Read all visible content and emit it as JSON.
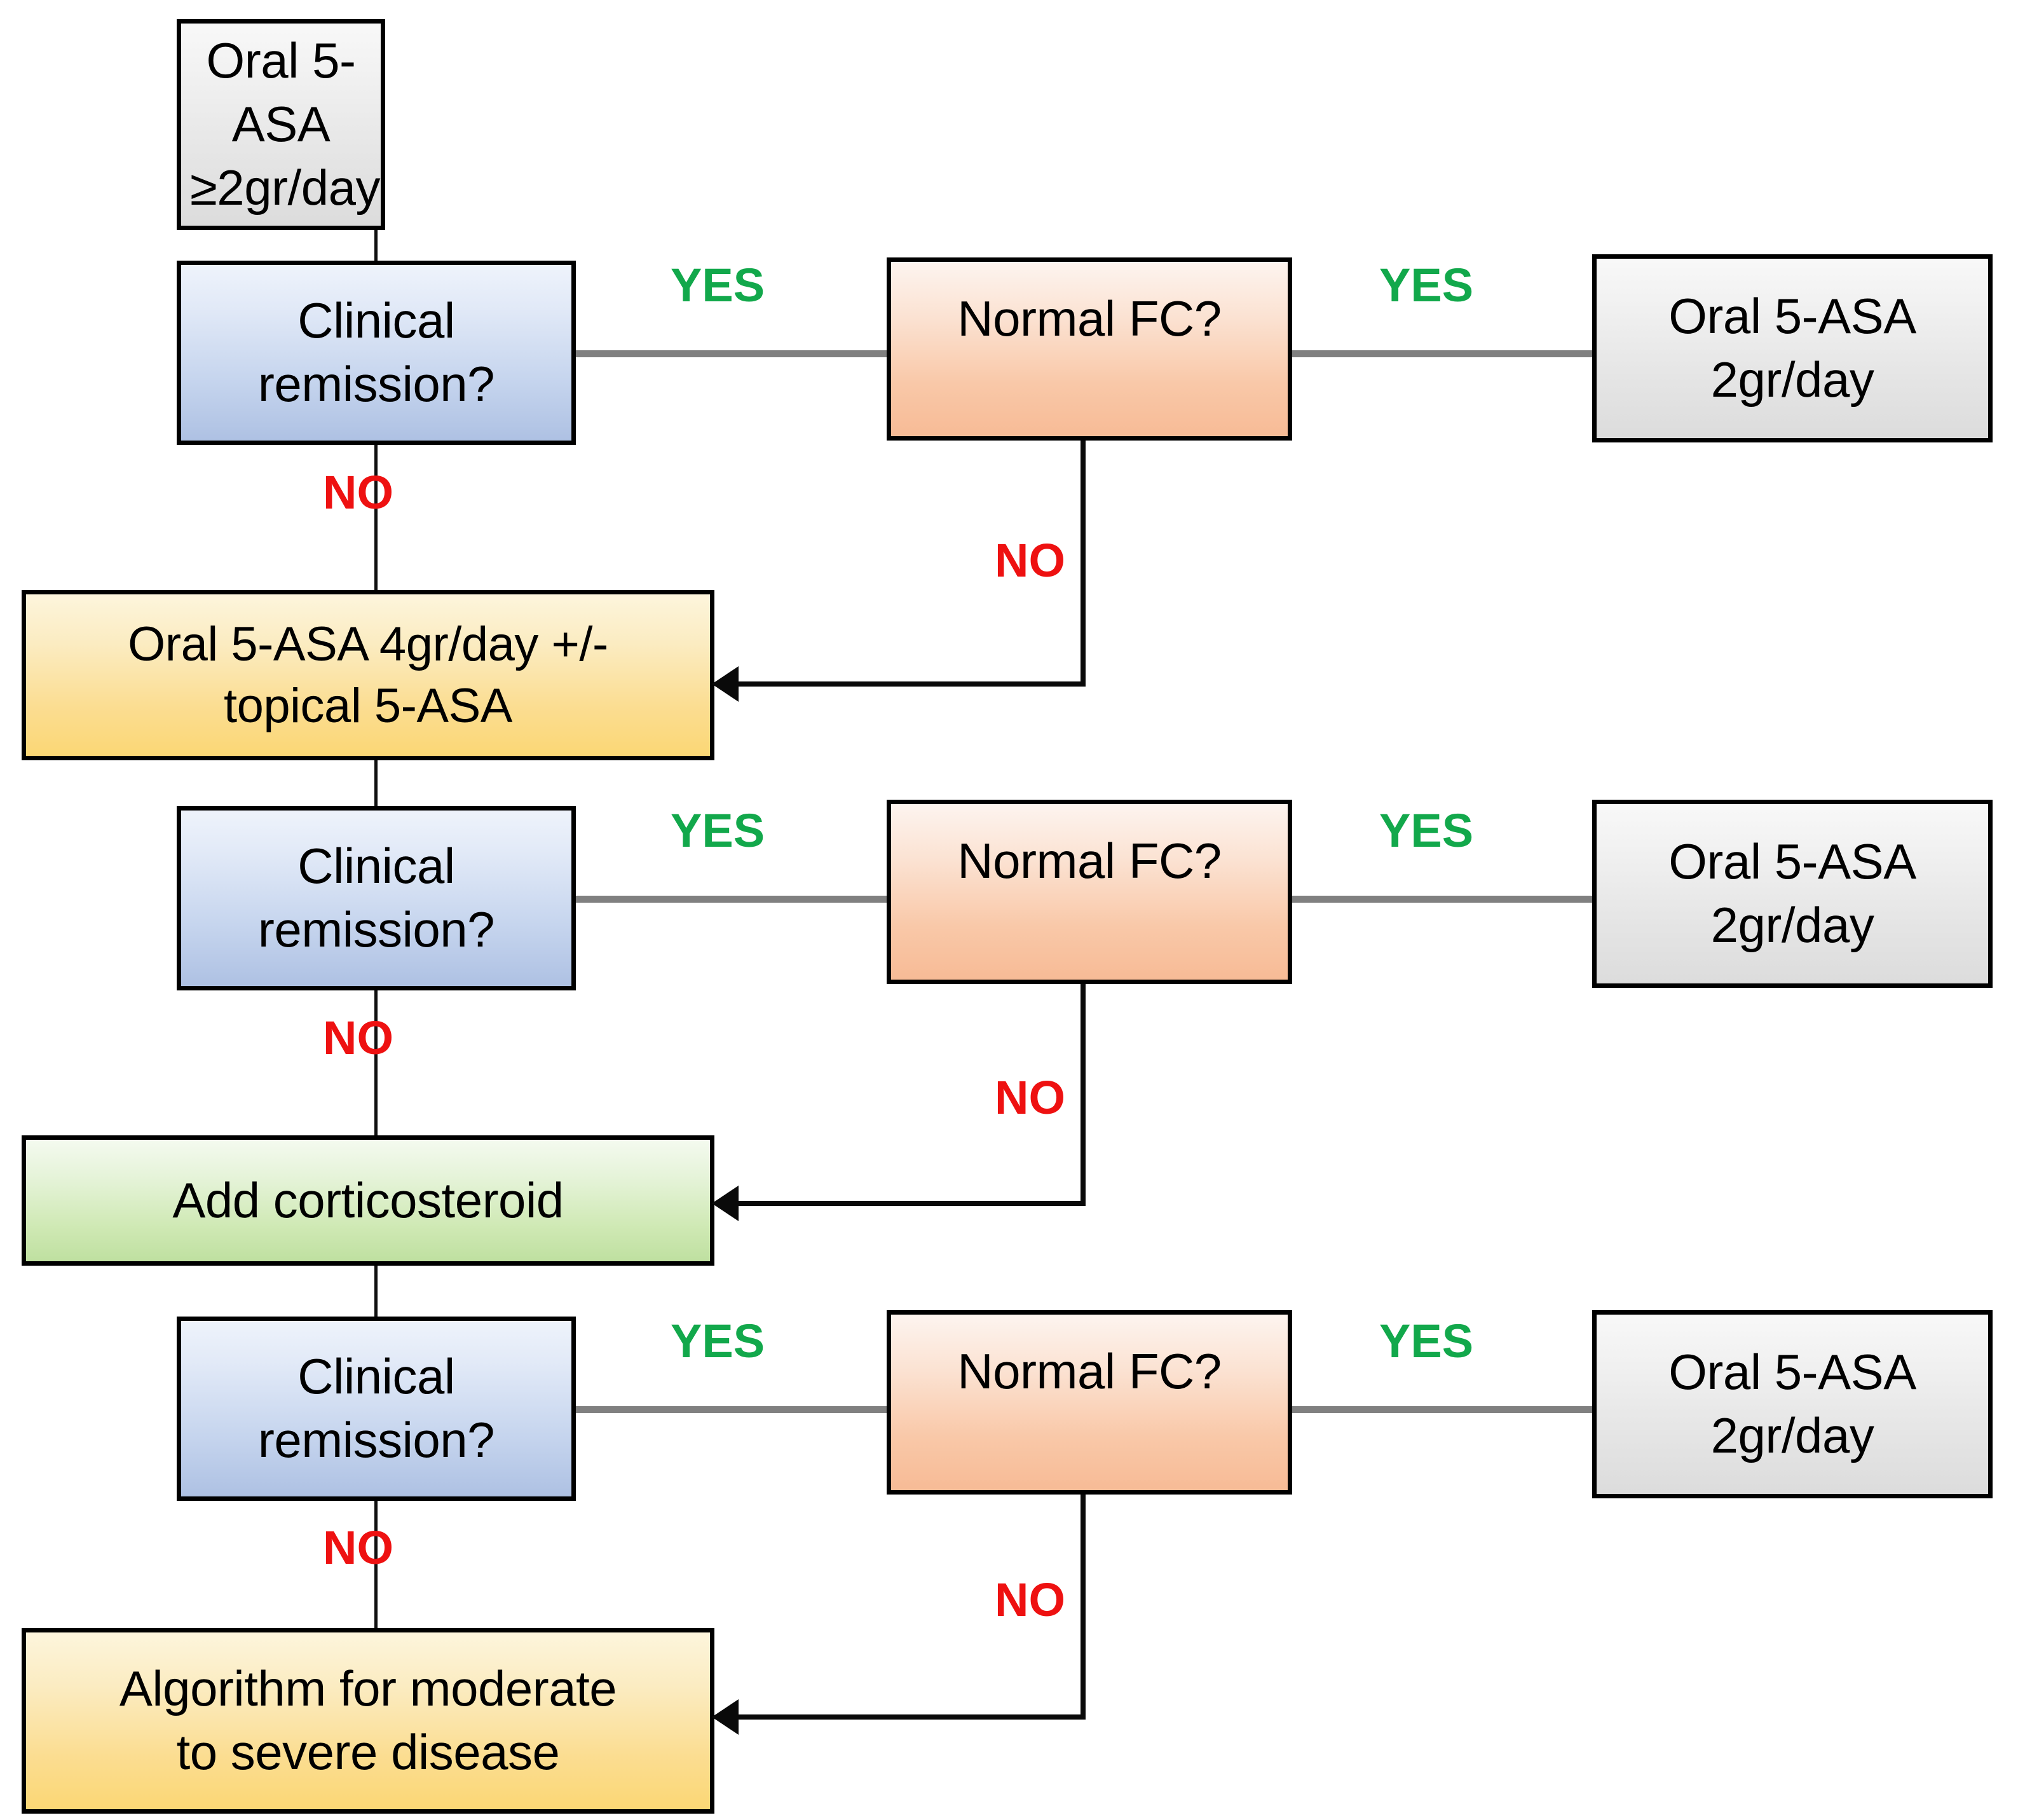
{
  "diagram": {
    "title": "Ulcerative colitis mild-to-moderate treatment algorithm",
    "colors": {
      "yes": "#12a84b",
      "no": "#ee1111",
      "gray_node": "#e6e6e6",
      "blue_node": "#c6d5ee",
      "orange_node": "#f9c8a8",
      "yellow_node": "#fbdd91",
      "green_node": "#cfe9b4",
      "connector_gray": "#808080",
      "connector_black": "#0a0a0a",
      "border": "#000000"
    },
    "nodes": {
      "start": {
        "line1": "Oral 5-ASA",
        "line2": "≥2gr/day"
      },
      "remission_1": {
        "line1": "Clinical",
        "line2": "remission?"
      },
      "fc_1": {
        "line1": "Normal FC?"
      },
      "outcome_1": {
        "line1": "Oral 5-ASA",
        "line2": "2gr/day"
      },
      "escalate_1": {
        "line1": "Oral 5-ASA 4gr/day +/-",
        "line2": "topical 5-ASA"
      },
      "remission_2": {
        "line1": "Clinical",
        "line2": "remission?"
      },
      "fc_2": {
        "line1": "Normal FC?"
      },
      "outcome_2": {
        "line1": "Oral 5-ASA",
        "line2": "2gr/day"
      },
      "escalate_2": {
        "line1": "Add corticosteroid"
      },
      "remission_3": {
        "line1": "Clinical",
        "line2": "remission?"
      },
      "fc_3": {
        "line1": "Normal FC?"
      },
      "outcome_3": {
        "line1": "Oral 5-ASA",
        "line2": "2gr/day"
      },
      "escalate_3": {
        "line1": "Algorithm for moderate",
        "line2": "to severe disease"
      }
    },
    "edges": {
      "yes_1a": "YES",
      "yes_1b": "YES",
      "no_1": "NO",
      "no_fc1": "NO",
      "yes_2a": "YES",
      "yes_2b": "YES",
      "no_2": "NO",
      "no_fc2": "NO",
      "yes_3a": "YES",
      "yes_3b": "YES",
      "no_3": "NO",
      "no_fc3": "NO"
    }
  }
}
